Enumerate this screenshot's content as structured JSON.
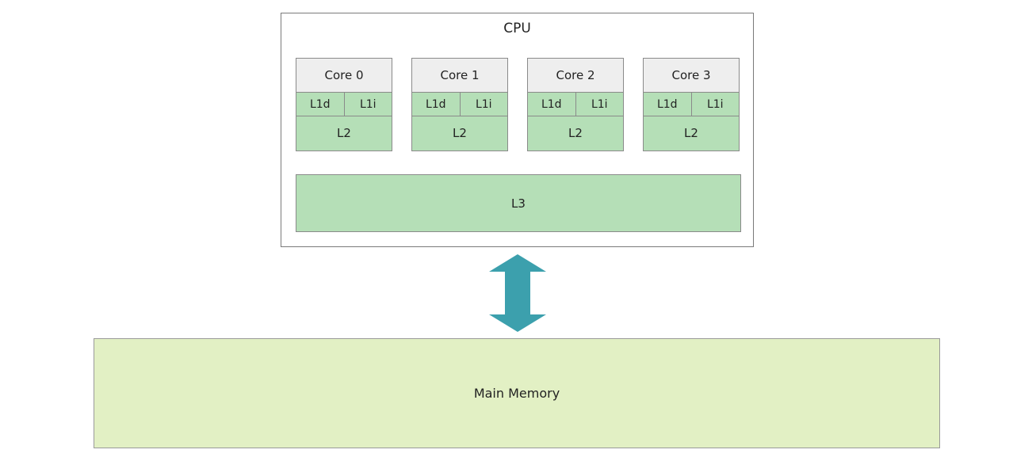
{
  "cpu": {
    "title": "CPU",
    "cores": [
      {
        "name": "Core 0",
        "l1d": "L1d",
        "l1i": "L1i",
        "l2": "L2"
      },
      {
        "name": "Core 1",
        "l1d": "L1d",
        "l1i": "L1i",
        "l2": "L2"
      },
      {
        "name": "Core 2",
        "l1d": "L1d",
        "l1i": "L1i",
        "l2": "L2"
      },
      {
        "name": "Core 3",
        "l1d": "L1d",
        "l1i": "L1i",
        "l2": "L2"
      }
    ],
    "l3": "L3"
  },
  "connector": {
    "icon": "double-arrow-vertical-icon",
    "color": "#3ca0ad"
  },
  "memory": {
    "label": "Main Memory"
  },
  "colors": {
    "cache_fill": "#b5dfb7",
    "core_header_fill": "#eeeeee",
    "memory_fill": "#e2f0c4",
    "border": "#8a8a8a"
  }
}
